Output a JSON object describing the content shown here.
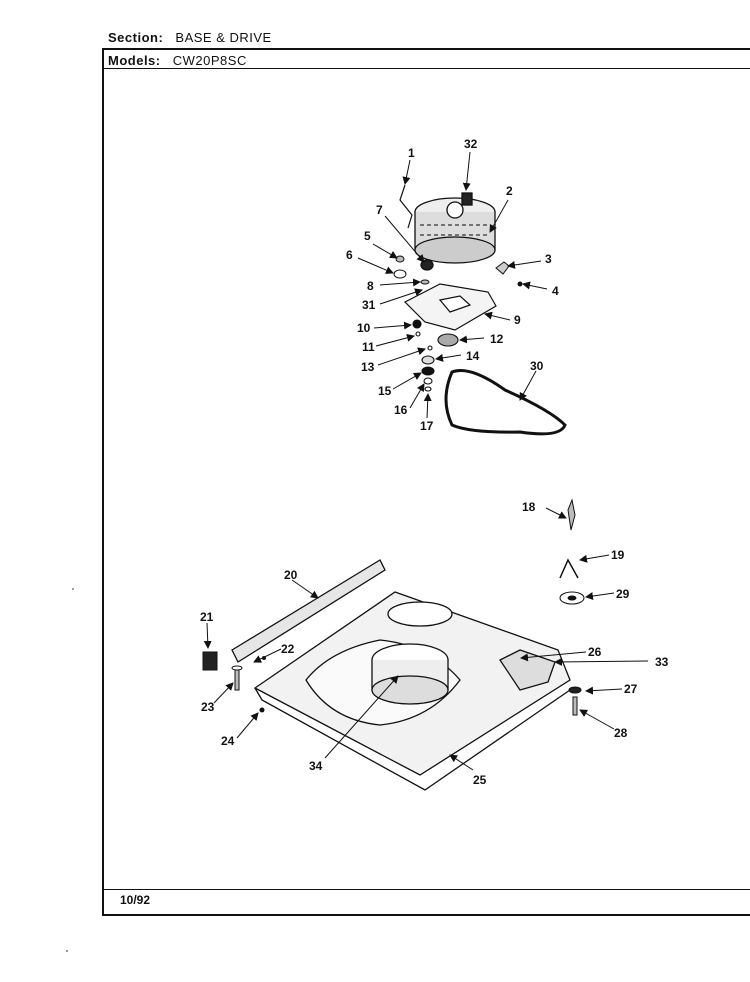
{
  "header": {
    "section_label": "Section:",
    "section_value": "BASE & DRIVE",
    "models_label": "Models:",
    "models_value": "CW20P8SC"
  },
  "footer": {
    "date": "10/92"
  },
  "callouts": [
    "1",
    "2",
    "3",
    "4",
    "5",
    "6",
    "7",
    "8",
    "9",
    "10",
    "11",
    "12",
    "13",
    "14",
    "15",
    "16",
    "17",
    "18",
    "19",
    "20",
    "21",
    "22",
    "23",
    "24",
    "25",
    "26",
    "27",
    "28",
    "29",
    "30",
    "31",
    "32",
    "33",
    "34"
  ]
}
